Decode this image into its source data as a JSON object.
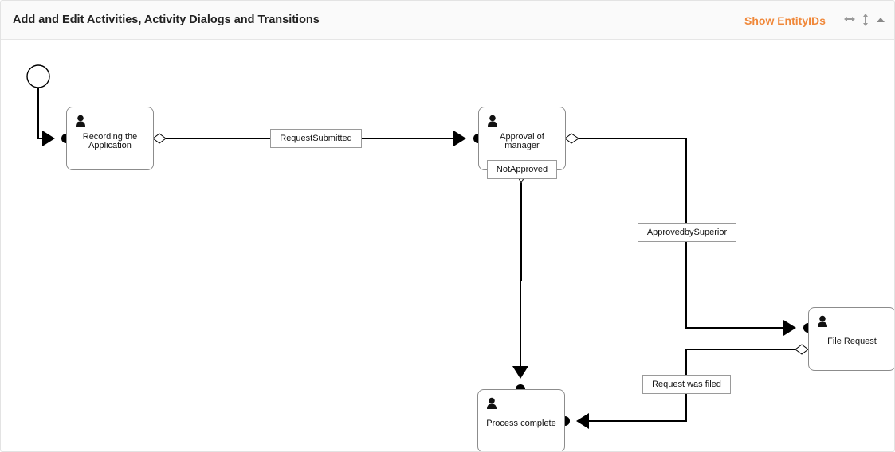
{
  "header": {
    "title": "Add and Edit Activities, Activity Dialogs and Transitions",
    "show_ids_label": "Show EntityIDs",
    "icons": [
      "horizontal-resize-icon",
      "vertical-resize-icon",
      "collapse-up-icon"
    ]
  },
  "colors": {
    "accent": "#f0883a",
    "line": "#000000",
    "node_border": "#8c8c8c"
  },
  "diagram": {
    "start_event": {
      "shape": "circle"
    },
    "activities": [
      {
        "id": "recording",
        "label_lines": [
          "Recording the",
          "Application"
        ],
        "icon": "user-icon"
      },
      {
        "id": "approval",
        "label_lines": [
          "Approval of",
          "manager"
        ],
        "icon": "user-icon"
      },
      {
        "id": "file",
        "label_lines": [
          "File Request"
        ],
        "icon": "user-icon"
      },
      {
        "id": "complete",
        "label_lines": [
          "Process complete"
        ],
        "icon": "user-icon"
      }
    ],
    "transitions": [
      {
        "from": "start",
        "to": "recording",
        "label": ""
      },
      {
        "from": "recording",
        "to": "approval",
        "label": "RequestSubmitted"
      },
      {
        "from": "approval",
        "to": "complete",
        "label": "NotApproved"
      },
      {
        "from": "approval",
        "to": "file",
        "label": "ApprovedbySuperior"
      },
      {
        "from": "file",
        "to": "complete",
        "label": "Request was filed"
      }
    ]
  }
}
